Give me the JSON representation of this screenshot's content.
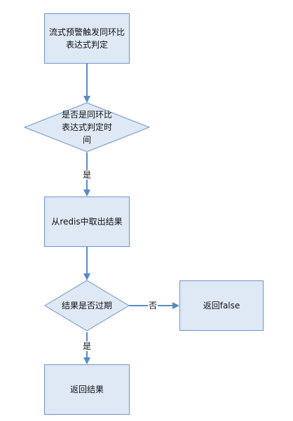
{
  "nodes": {
    "start": "流式预警触发同环比表达式判定",
    "check_time": "是否是同环比\n表达式判定时\n间",
    "fetch_redis": "从redis中取出结果",
    "check_expired": "结果是否过期",
    "return_false": "返回false",
    "return_result": "返回结果"
  },
  "edges": {
    "yes_1": "是",
    "no_1": "否",
    "yes_2": "是"
  },
  "colors": {
    "fill": "#dfe9f5",
    "stroke": "#6d93c8",
    "arrow": "#5a8ac4"
  }
}
